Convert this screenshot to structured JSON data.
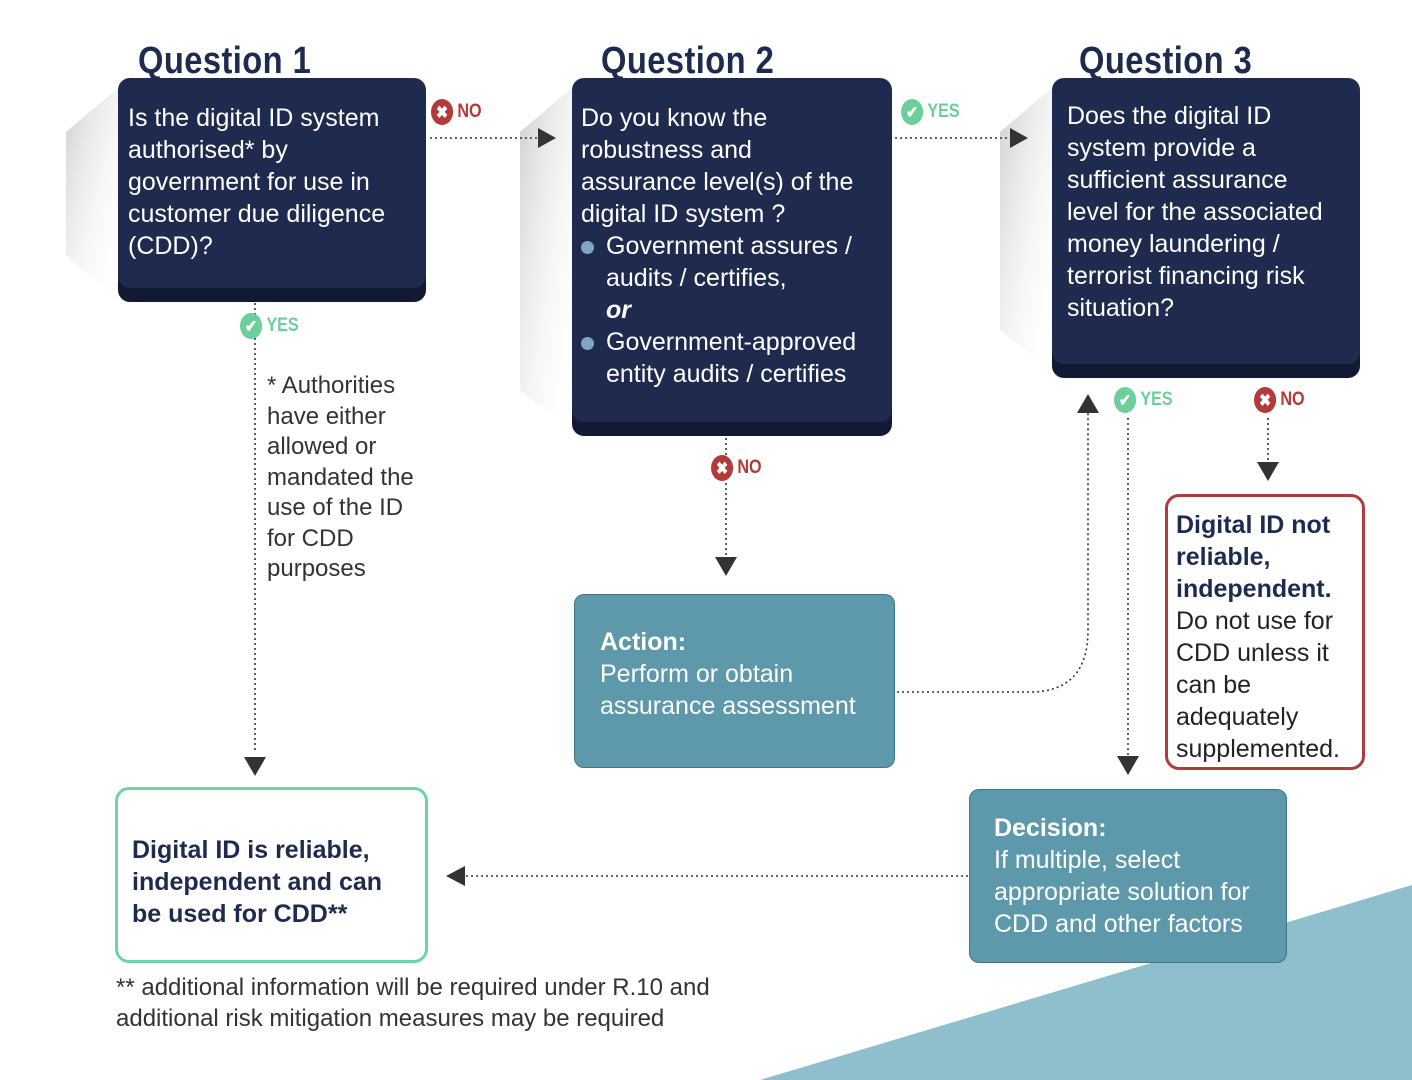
{
  "question1": {
    "title": "Question 1",
    "text": "Is the digital ID system\nauthorised* by\ngovernment for use in\ncustomer due diligence\n(CDD)?"
  },
  "question2": {
    "title": "Question 2",
    "text": "Do you know the\nrobustness and\nassurance level(s) of the\ndigital ID system ?",
    "bullet1": "Government assures /\naudits / certifies,",
    "or": "or",
    "bullet2": "Government-approved\nentity audits / certifies"
  },
  "question3": {
    "title": "Question 3",
    "text": "Does the digital ID\nsystem provide a\nsufficient assurance\nlevel for the associated\nmoney laundering /\nterrorist financing risk\nsituation?"
  },
  "labels": {
    "yes": "YES",
    "no": "NO"
  },
  "authorities_note": "* Authorities\nhave either\nallowed or\nmandated the\nuse of the ID\nfor CDD\npurposes",
  "action": {
    "title": "Action:",
    "text": "Perform or obtain\nassurance assessment"
  },
  "decision": {
    "title": "Decision:",
    "text": "If multiple, select\nappropriate solution for\nCDD and other factors"
  },
  "reliable": {
    "text": "Digital ID is reliable,\nindependent and can\nbe used for CDD**"
  },
  "not_reliable": {
    "title": "Digital ID not\nreliable,\nindependent.",
    "text": "Do not use for\nCDD unless it\ncan be\nadequately\nsupplemented."
  },
  "footnote": "** additional information will be required under R.10 and\nadditional risk mitigation measures may be required",
  "colors": {
    "navy": "#1f2b4e",
    "teal": "#5e98ab",
    "yes_green": "#6ccf9a",
    "no_red": "#b33a3a",
    "corner_teal": "#8fbfcc"
  },
  "icons": {
    "yes": "check-circle-icon",
    "no": "x-circle-icon"
  }
}
